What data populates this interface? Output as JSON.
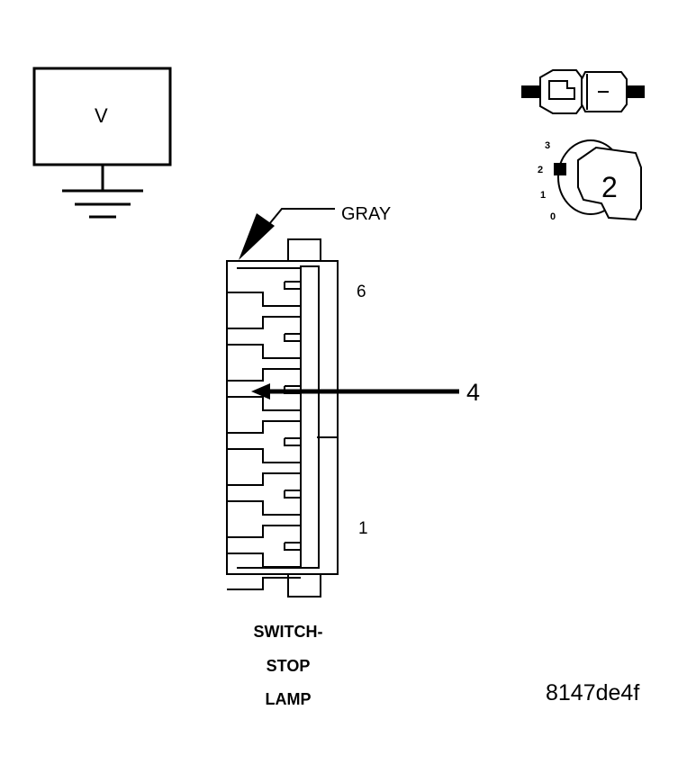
{
  "meter": {
    "label": "V"
  },
  "connector": {
    "wire_color": "GRAY",
    "pin_high": "6",
    "pin_low": "1",
    "callout_number": "4",
    "component_name": [
      "SWITCH-",
      "STOP",
      "LAMP"
    ]
  },
  "ignition": {
    "positions": [
      "0",
      "1",
      "2",
      "3"
    ],
    "position_shown": "2"
  },
  "figure_id": "8147de4f"
}
